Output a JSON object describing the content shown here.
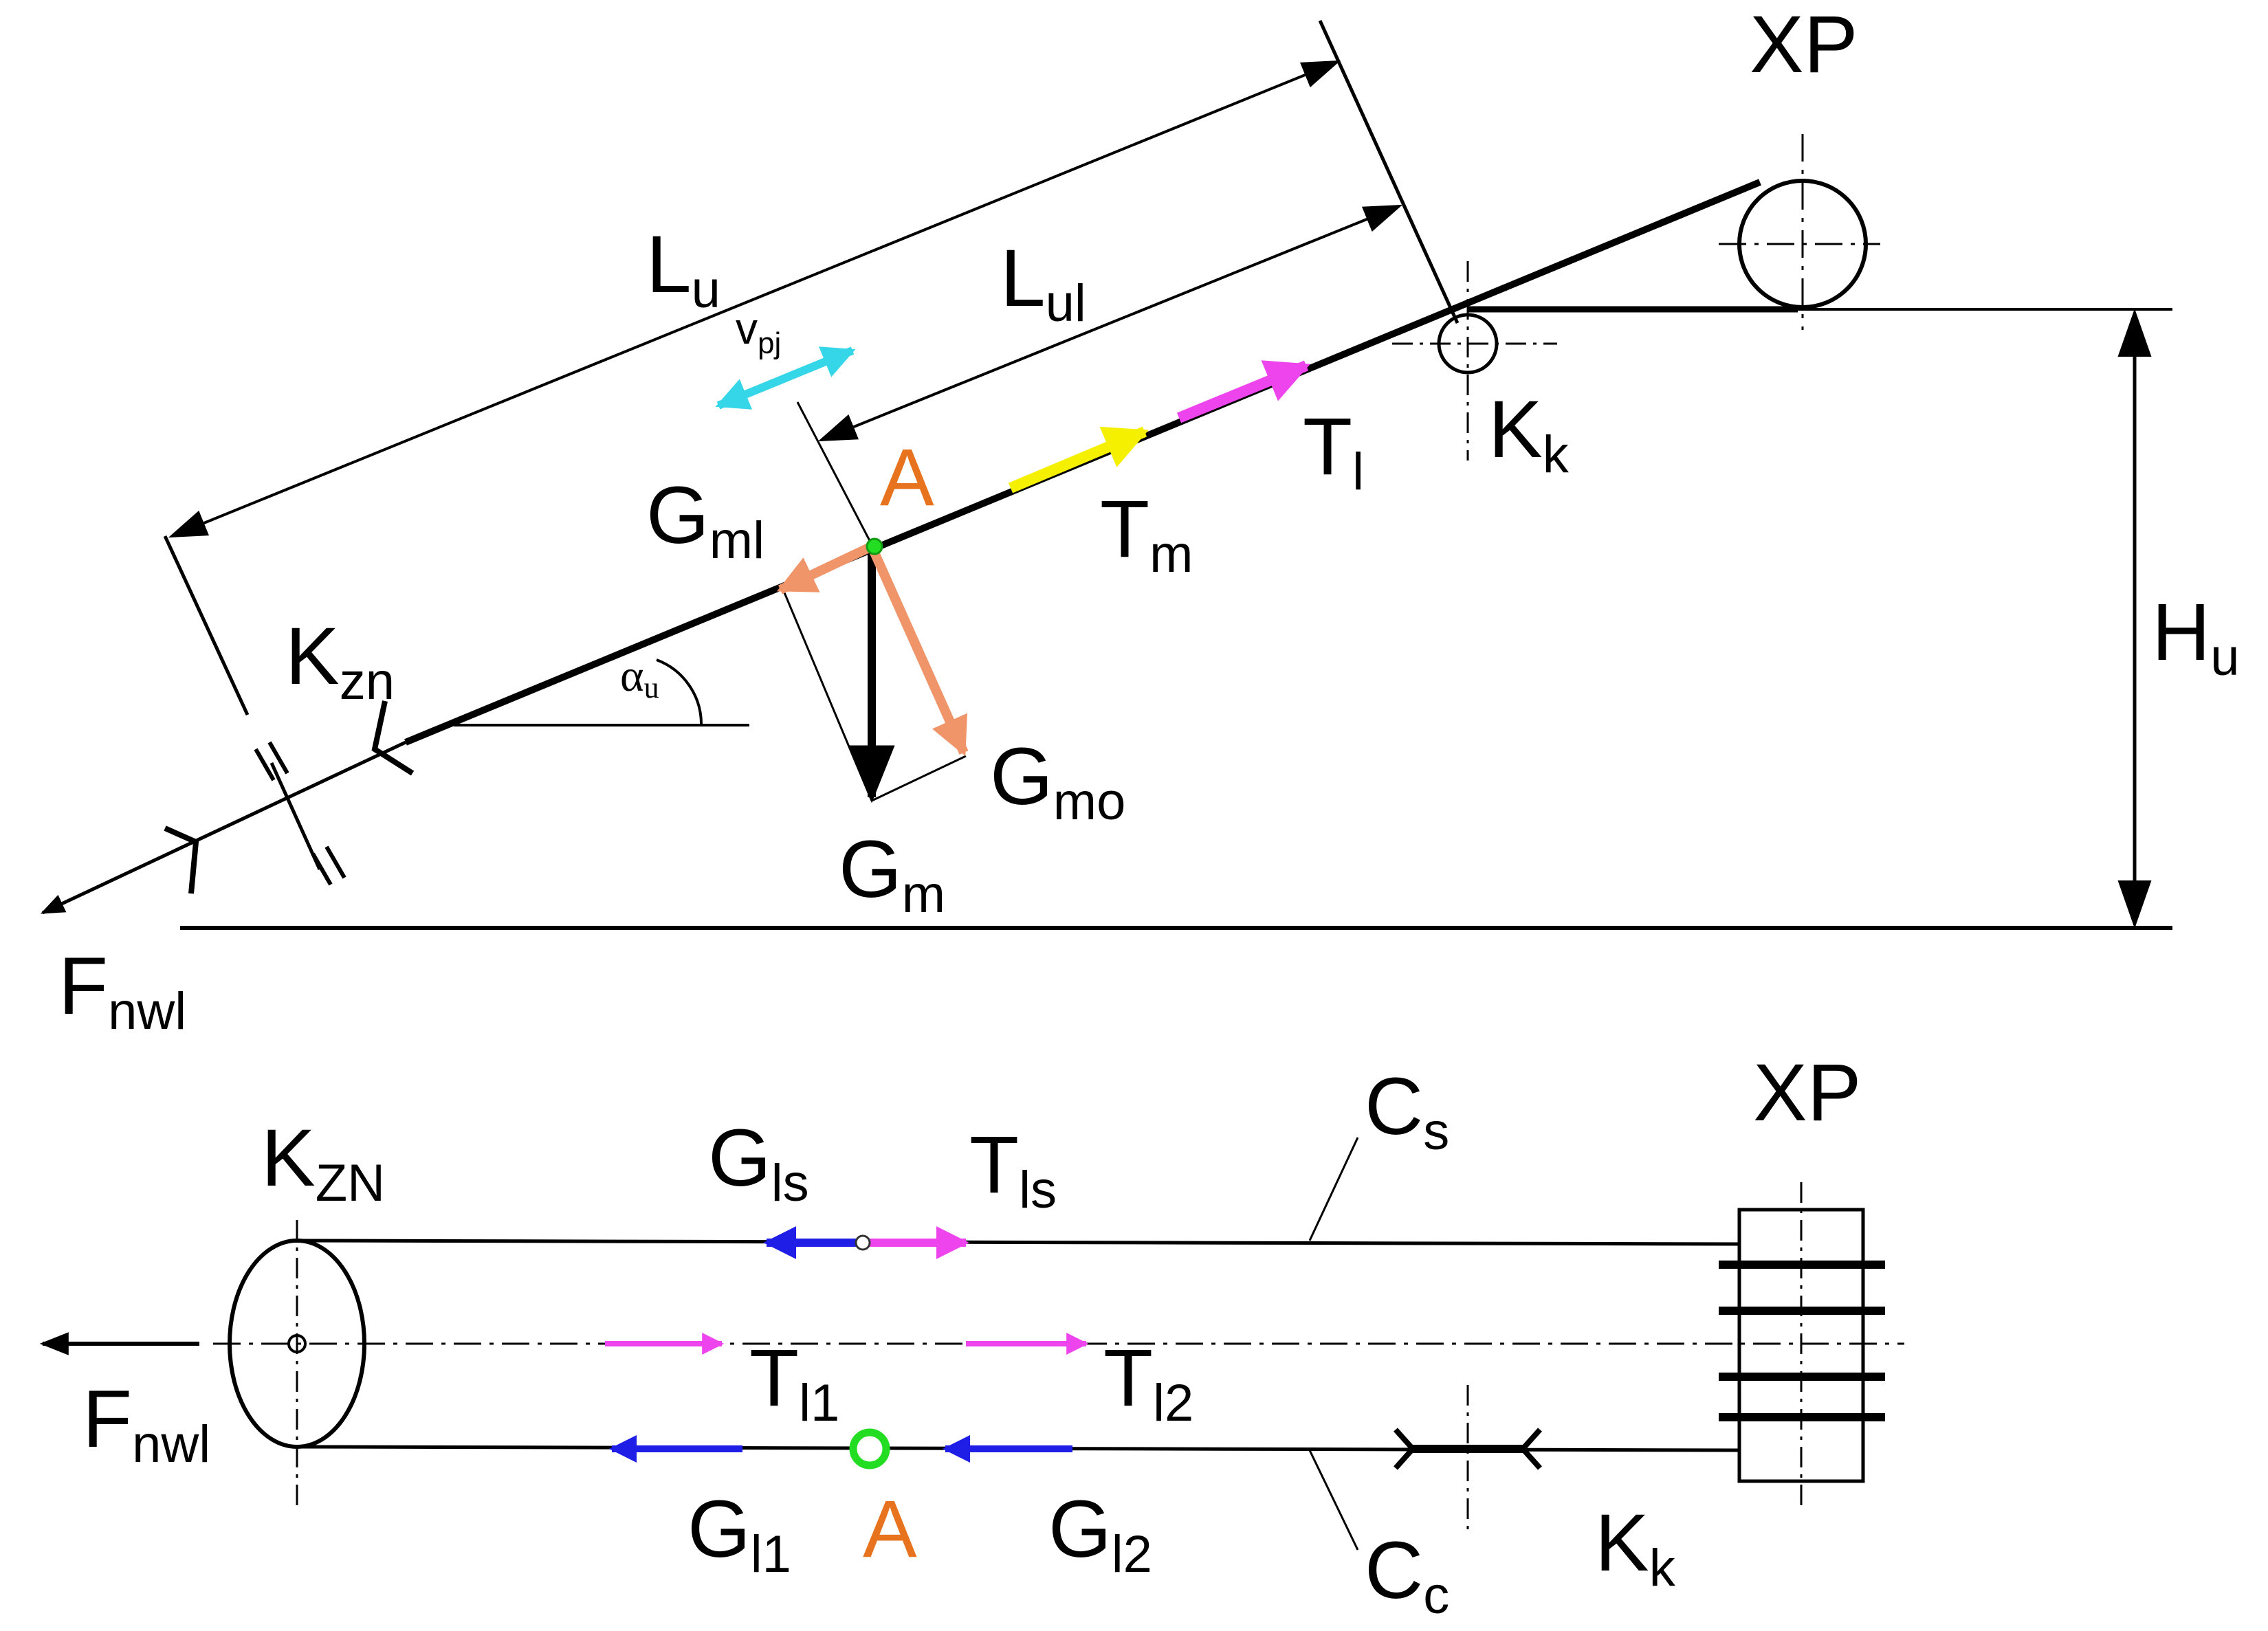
{
  "colors": {
    "line": "#000000",
    "orange_label": "#e8731e",
    "G_component_arrow": "#f0956a",
    "T_m_arrow": "#f5f000",
    "T_l_arrow": "#ee44ee",
    "v_pj_arrow": "#35d6e8",
    "G_arrow_blue": "#1e1ee6",
    "point_A": "#22dd22"
  },
  "side_view": {
    "L_u": {
      "main": "L",
      "sub": "u"
    },
    "L_ul": {
      "main": "L",
      "sub": "ul"
    },
    "v_pj": {
      "main": "v",
      "sub": "pj"
    },
    "A": "A",
    "G_ml": {
      "main": "G",
      "sub": "ml"
    },
    "T_m": {
      "main": "T",
      "sub": "m"
    },
    "T_l": {
      "main": "T",
      "sub": "l"
    },
    "K_k": {
      "main": "K",
      "sub": "k"
    },
    "XP": "XP",
    "K_zn": {
      "main": "K",
      "sub": "zn"
    },
    "alpha_u": {
      "main": "α",
      "sub": "u"
    },
    "G_mo": {
      "main": "G",
      "sub": "mo"
    },
    "G_m": {
      "main": "G",
      "sub": "m"
    },
    "H_u": {
      "main": "H",
      "sub": "u"
    },
    "F_nwl": {
      "main": "F",
      "sub": "nwl"
    }
  },
  "top_view": {
    "K_ZN": {
      "main": "K",
      "sub": "ZN"
    },
    "G_ls": {
      "main": "G",
      "sub": "ls"
    },
    "T_ls": {
      "main": "T",
      "sub": "ls"
    },
    "C_s": {
      "main": "C",
      "sub": "s"
    },
    "XP": "XP",
    "T_l1": {
      "main": "T",
      "sub": "l1"
    },
    "T_l2": {
      "main": "T",
      "sub": "l2"
    },
    "F_nwl": {
      "main": "F",
      "sub": "nwl"
    },
    "G_l1": {
      "main": "G",
      "sub": "l1"
    },
    "A": "A",
    "G_l2": {
      "main": "G",
      "sub": "l2"
    },
    "C_c": {
      "main": "C",
      "sub": "c"
    },
    "K_k": {
      "main": "K",
      "sub": "k"
    }
  }
}
